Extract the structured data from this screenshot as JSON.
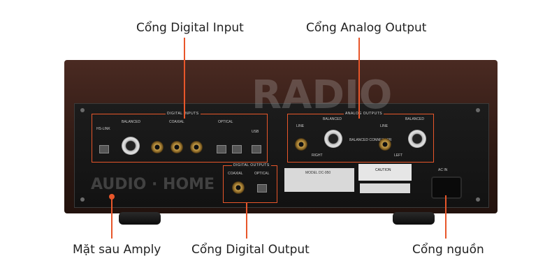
{
  "callouts": {
    "digital_input": "Cổng Digital Input",
    "analog_output": "Cổng Analog Output",
    "rear_panel": "Mặt sau Amply",
    "digital_output": "Cổng Digital Output",
    "power_port": "Cổng nguồn"
  },
  "device": {
    "digital_inputs_title": "DIGITAL INPUTS",
    "analog_outputs_title": "ANALOG OUTPUTS",
    "digital_outputs_title": "DIGITAL OUTPUTS",
    "coaxial": "COAXIAL",
    "optical": "OPTICAL",
    "hs_link": "HS-LINK",
    "balanced": "BALANCED",
    "usb": "USB",
    "line": "LINE",
    "right": "RIGHT",
    "left": "LEFT",
    "balanced_connector": "BALANCED CONNECTOR",
    "ac_in": "AC IN",
    "caution": "CAUTION",
    "model": "MODEL DC-950"
  },
  "watermark": {
    "top": "RADIO",
    "bottom": "AUDIO · HOME"
  },
  "colors": {
    "accent": "#e8562a"
  }
}
